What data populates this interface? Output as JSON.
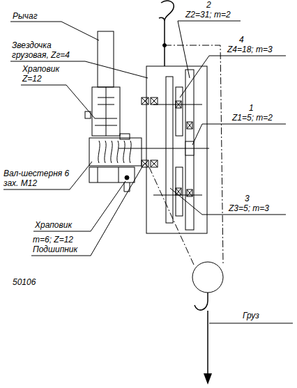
{
  "diagram": {
    "labels": [
      "Рычаг",
      "Звездочка грузовая, Zг=4",
      "Храповик Z=12",
      "Вал-шестерня 6 зах. М12",
      "Храповик",
      "m=6; Z=12",
      "Подшипник",
      "50106",
      "2",
      "Z2=31; m=2",
      "4",
      "Z4=18; m=3",
      "1",
      "Z1=5; m=2",
      "3",
      "Z3=5; m=3",
      "Груз"
    ]
  }
}
